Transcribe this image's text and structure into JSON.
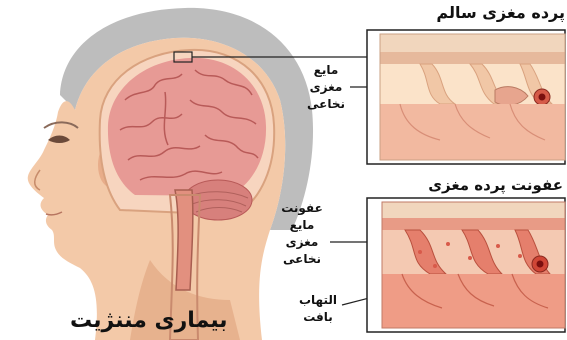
{
  "labels": {
    "healthy_title": "پرده مغزی سالم",
    "infected_title": "عفونت پرده مغزی",
    "main_title": "بیماری مننژیت",
    "csf_healthy": [
      "مایع",
      "مغزی",
      "نخاعی"
    ],
    "csf_infected": [
      "عفونت",
      "مایع",
      "مغزی",
      "نخاعی"
    ],
    "tissue_inflammation": [
      "التهاب",
      "بافت"
    ]
  },
  "colors": {
    "skin": "#f3c9a8",
    "skin_shadow": "#d9a27f",
    "hair": "#bdbdbd",
    "brain": "#e79a95",
    "brain_fold": "#b85a58",
    "meninges": "#f1d6bd",
    "inflamed": "#e57f6c",
    "blood": "#b0201e",
    "frame": "#222222"
  }
}
